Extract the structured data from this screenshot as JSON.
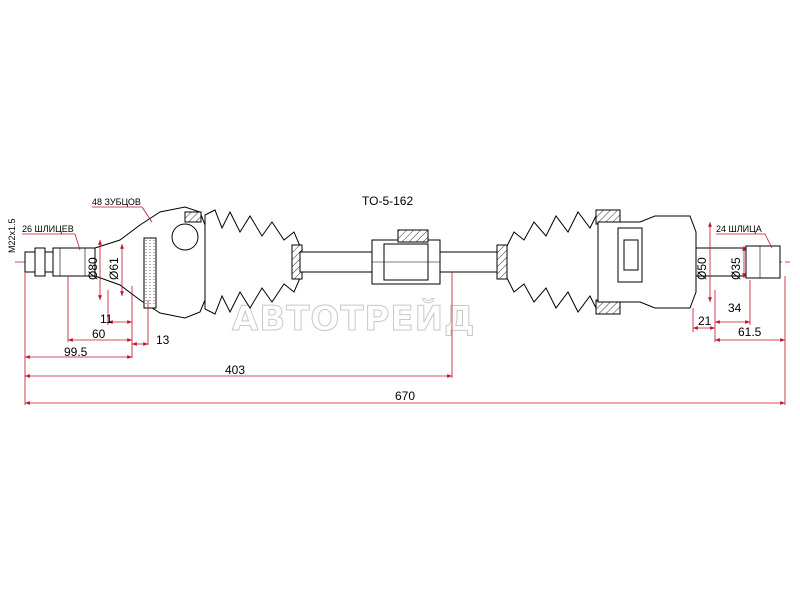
{
  "part_number": "TO-5-162",
  "watermark": "АВТОТРЕЙД",
  "labels": {
    "thread": "M22x1.5",
    "splines_left": "26 ШЛИЦЕВ",
    "teeth": "48 ЗУБЦОВ",
    "splines_right": "24 ШЛИЦА"
  },
  "diameters": {
    "d80": "Ø80",
    "d61": "Ø61",
    "d50": "Ø50",
    "d35": "Ø35"
  },
  "dimensions": {
    "d11": "11",
    "d60": "60",
    "d13": "13",
    "d99_5": "99.5",
    "d403": "403",
    "d670": "670",
    "d21": "21",
    "d34": "34",
    "d61_5": "61.5"
  },
  "colors": {
    "dimension_lines": "#c0102a",
    "outline": "#000000",
    "watermark": "#c8c8c8"
  }
}
